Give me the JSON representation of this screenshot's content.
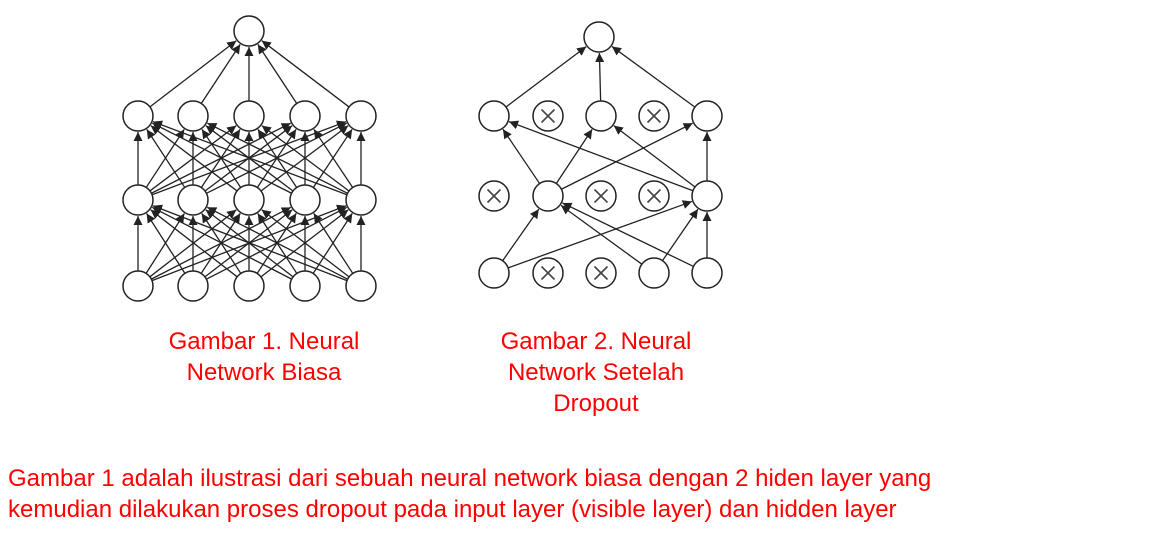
{
  "figure1": {
    "caption_lines": [
      "Gambar 1. Neural",
      "Network Biasa"
    ]
  },
  "figure2": {
    "caption_lines": [
      "Gambar 2. Neural",
      "Network Setelah",
      "Dropout"
    ]
  },
  "description": {
    "lines": [
      "Gambar 1 adalah ilustrasi dari sebuah neural network biasa dengan 2 hiden layer yang",
      "kemudian dilakukan proses dropout pada input layer (visible layer) dan hidden layer"
    ]
  }
}
